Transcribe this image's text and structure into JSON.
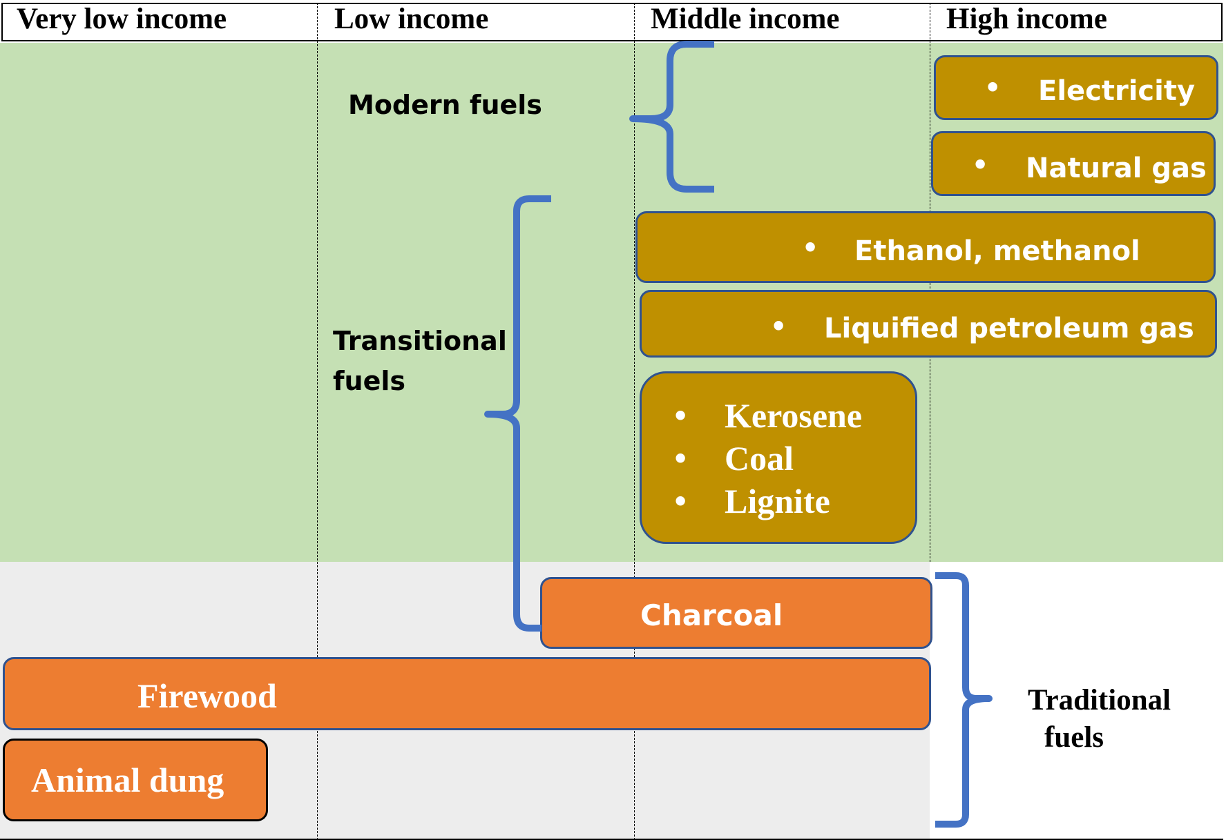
{
  "columns": [
    "Very low income",
    "Low income",
    "Middle income",
    "High income"
  ],
  "groups": {
    "modern": "Modern fuels",
    "transitional_line1": "Transitional",
    "transitional_line2": "fuels",
    "traditional_line1": "Traditional",
    "traditional_line2": "fuels"
  },
  "fuels": {
    "electricity": "Electricity",
    "natural_gas": "Natural gas",
    "ethanol": "Ethanol, methanol",
    "lpg": "Liquified petroleum gas",
    "kerosene": "Kerosene",
    "coal": "Coal",
    "lignite": "Lignite",
    "charcoal": "Charcoal",
    "firewood": "Firewood",
    "animal_dung": "Animal dung"
  },
  "bullet": "•",
  "colors": {
    "modern_band": "#c5e0b4",
    "traditional_band": "#ededed",
    "gold_box": "#bf9000",
    "orange_box": "#ed7d31",
    "box_border": "#2f528f",
    "bracket": "#4472c4"
  }
}
